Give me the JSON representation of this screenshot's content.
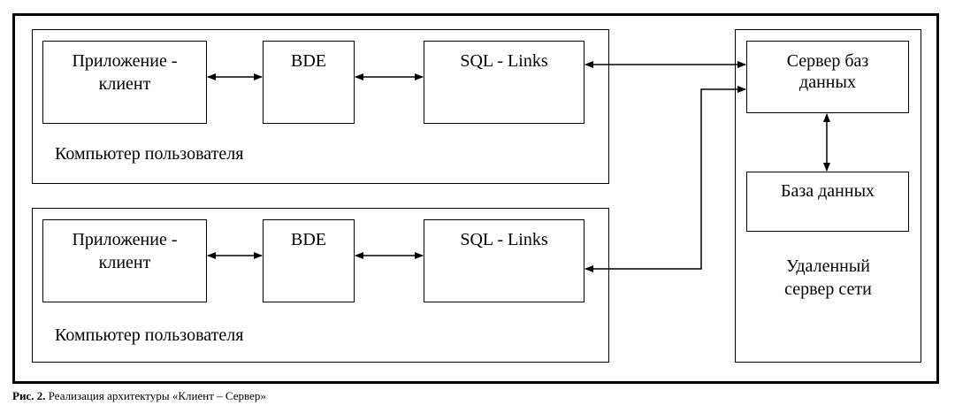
{
  "diagram": {
    "computer1": {
      "label": "Компьютер пользователя",
      "app_line1": "Приложение -",
      "app_line2": "клиент",
      "bde": "BDE",
      "sql": "SQL - Links"
    },
    "computer2": {
      "label": "Компьютер пользователя",
      "app_line1": "Приложение -",
      "app_line2": "клиент",
      "bde": "BDE",
      "sql": "SQL - Links"
    },
    "remote": {
      "db_server_line1": "Сервер баз",
      "db_server_line2": "данных",
      "database": "База данных",
      "label_line1": "Удаленный",
      "label_line2": "сервер сети"
    }
  },
  "caption": {
    "prefix": "Рис. 2.",
    "text": " Реализация архитектуры «Клиент – Сервер»"
  }
}
